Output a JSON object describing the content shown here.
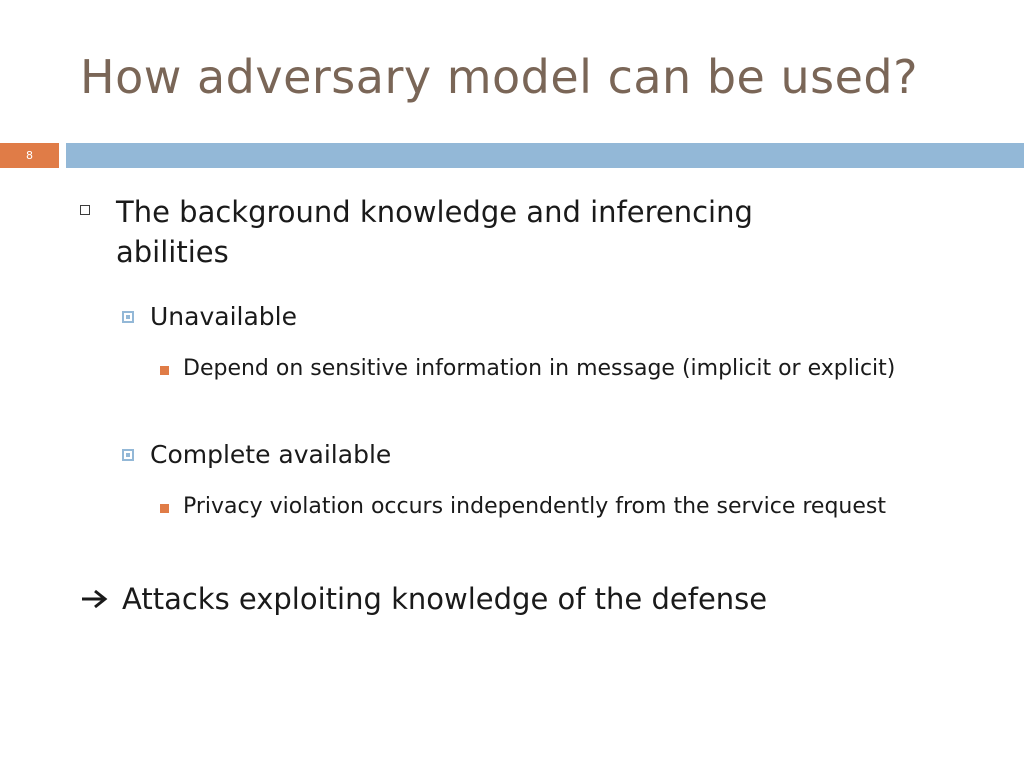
{
  "slide": {
    "title": "How adversary model can be used?",
    "page_number": "8",
    "colors": {
      "title": "#7a6657",
      "accent_orange": "#e07c47",
      "accent_blue": "#93b8d7"
    }
  },
  "bullets": {
    "item1": "The background knowledge and inferencing abilities",
    "sub1": "Unavailable",
    "sub1_detail": "Depend on sensitive information in message (implicit or explicit)",
    "sub2": "Complete available",
    "sub2_detail": "Privacy violation occurs independently from the service request",
    "arrow_item": "Attacks exploiting knowledge of the defense"
  },
  "icons": {
    "level1": "open-square-icon",
    "level2": "framed-square-icon",
    "level3": "filled-square-icon",
    "arrow": "right-arrow-icon"
  }
}
